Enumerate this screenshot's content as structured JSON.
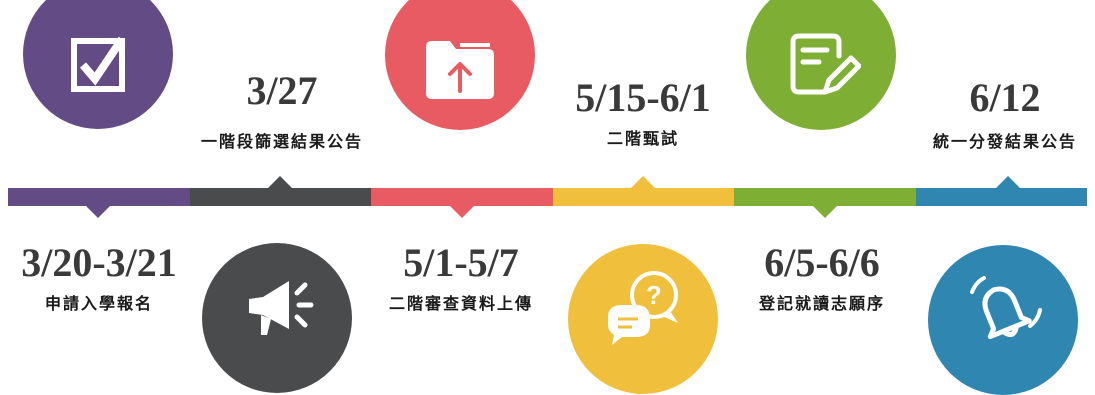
{
  "colors": {
    "purple": "#634B86",
    "charcoal": "#4A4B4D",
    "red": "#E95B62",
    "yellow": "#F0BF3C",
    "green": "#7EAF34",
    "blue": "#2E86B1"
  },
  "milestones": [
    {
      "date": "3/20-3/21",
      "label": "申請入學報名",
      "icon": "checkbox-icon",
      "color": "purple"
    },
    {
      "date": "3/27",
      "label": "一階段篩選結果公告",
      "icon": "megaphone-icon",
      "color": "charcoal"
    },
    {
      "date": "5/1-5/7",
      "label": "二階審查資料上傳",
      "icon": "folder-upload-icon",
      "color": "red"
    },
    {
      "date": "5/15-6/1",
      "label": "二階甄試",
      "icon": "question-chat-icon",
      "color": "yellow"
    },
    {
      "date": "6/5-6/6",
      "label": "登記就讀志願序",
      "icon": "document-edit-icon",
      "color": "green"
    },
    {
      "date": "6/12",
      "label": "統一分發結果公告",
      "icon": "bell-icon",
      "color": "blue"
    }
  ]
}
